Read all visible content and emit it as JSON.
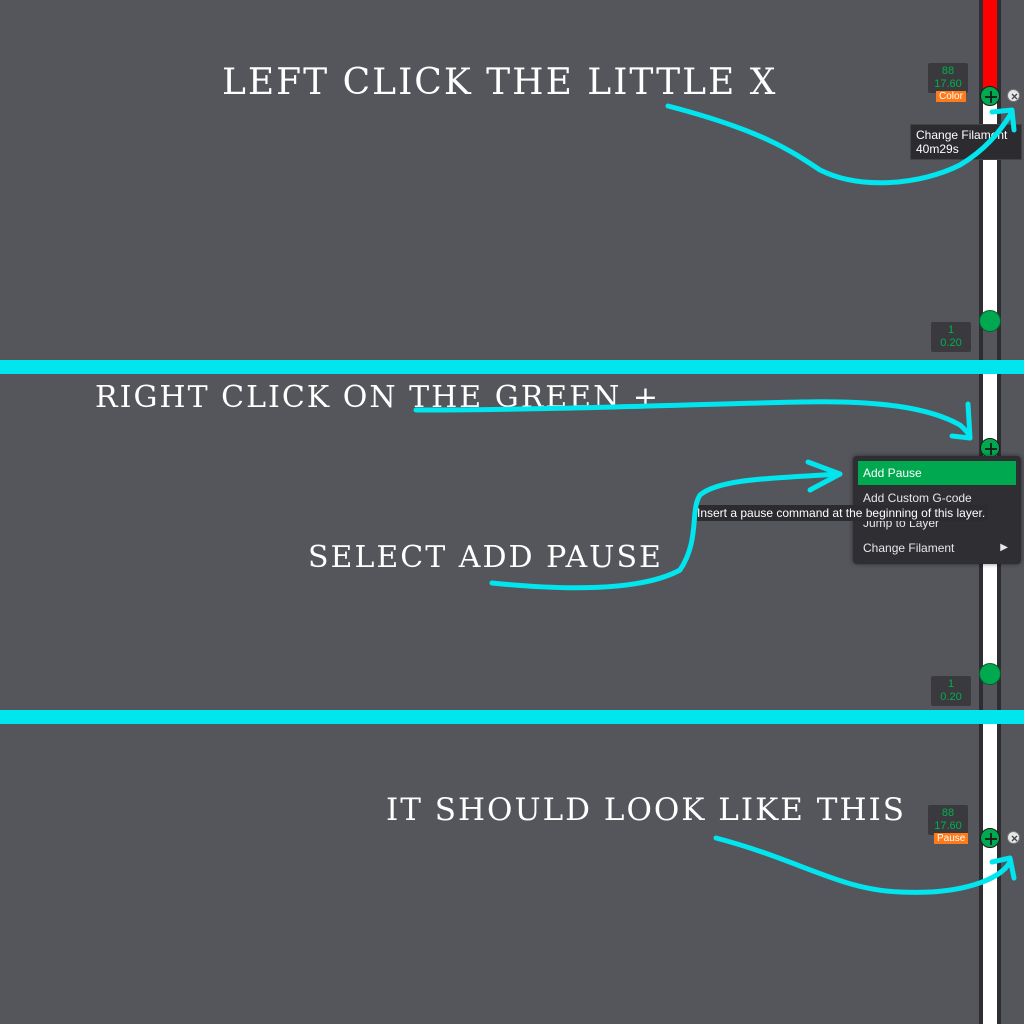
{
  "captions": {
    "step1": "LEFT CLICK THE LITTLE X",
    "step2": "RIGHT CLICK ON THE GREEN +",
    "step3": "SELECT ADD PAUSE",
    "step4": "IT SHOULD LOOK LIKE THIS"
  },
  "panel1": {
    "top_label": {
      "layer": "88",
      "height": "17.60"
    },
    "tag": "Color",
    "tooltip": {
      "line1": "Change Filament",
      "line2": "40m29s"
    },
    "bottom_label": {
      "layer": "1",
      "height": "0.20"
    }
  },
  "panel2": {
    "menu": {
      "items": [
        "Add Pause",
        "Add Custom G-code",
        "Jump to Layer",
        "Change Filament"
      ],
      "submenu_arrow": "▶"
    },
    "hint": "Insert a pause command at the beginning of this layer.",
    "bottom_label": {
      "layer": "1",
      "height": "0.20"
    }
  },
  "panel3": {
    "top_label": {
      "layer": "88",
      "height": "17.60"
    },
    "tag": "Pause"
  },
  "colors": {
    "background": "#55555c",
    "divider": "#00e5ee",
    "arrow": "#00e5ee",
    "slider_green": "#00a84f",
    "color_change": "#ff0000",
    "tag_orange": "#ff7a1a"
  }
}
